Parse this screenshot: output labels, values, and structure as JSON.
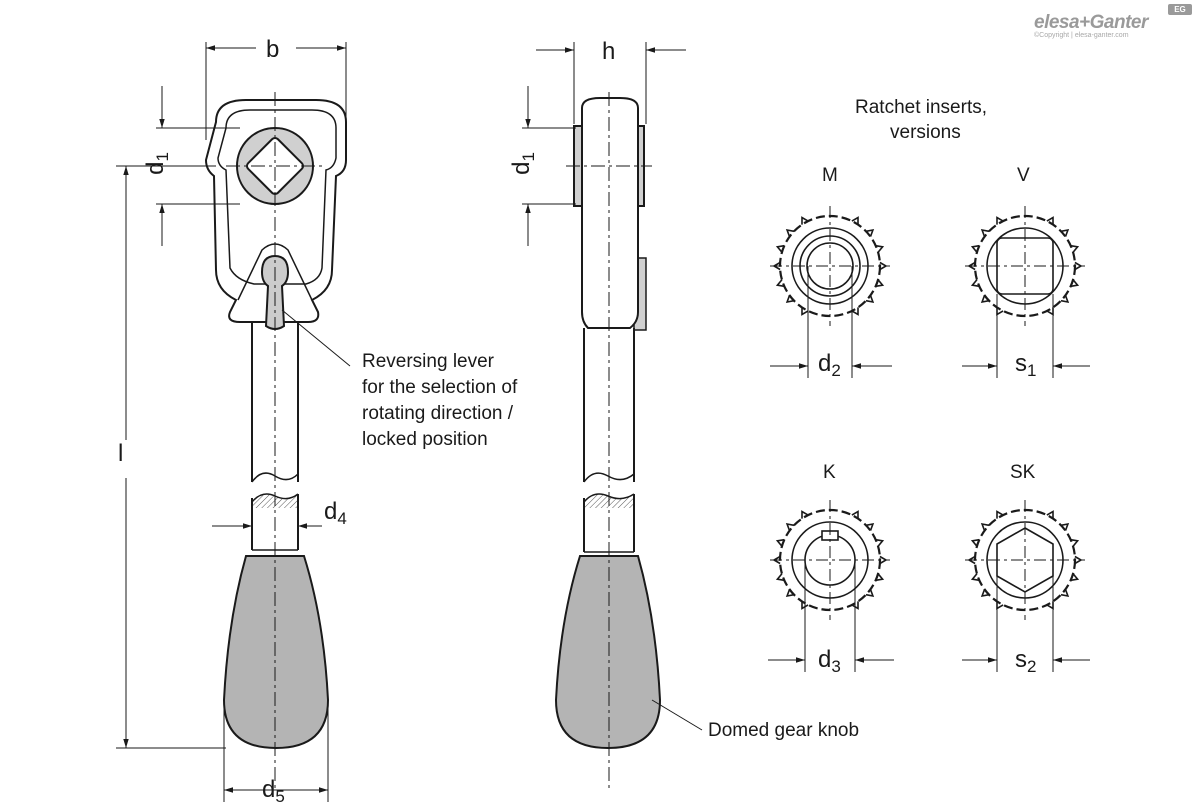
{
  "logo": {
    "brand": "elesa+Ganter",
    "copyright": "©Copyright | elesa-ganter.com",
    "badge": "EG"
  },
  "dimensions": {
    "b": "b",
    "h": "h",
    "d1": "d",
    "d1_sub": "1",
    "l": "l",
    "d2": "d",
    "d2_sub": "2",
    "d3": "d",
    "d3_sub": "3",
    "d4": "d",
    "d4_sub": "4",
    "d5": "d",
    "d5_sub": "5",
    "s1": "s",
    "s1_sub": "1",
    "s2": "s",
    "s2_sub": "2"
  },
  "ratchet_title_line1": "Ratchet inserts,",
  "ratchet_title_line2": "versions",
  "versions": [
    "M",
    "V",
    "K",
    "SK"
  ],
  "notes": {
    "lever_line1": "Reversing lever",
    "lever_line2": "for the selection of",
    "lever_line3": "rotating direction /",
    "lever_line4": "locked position",
    "knob": "Domed gear knob"
  },
  "colors": {
    "line": "#1a1a1a",
    "fill": "#d0d0d0",
    "knob": "#b4b4b4"
  }
}
